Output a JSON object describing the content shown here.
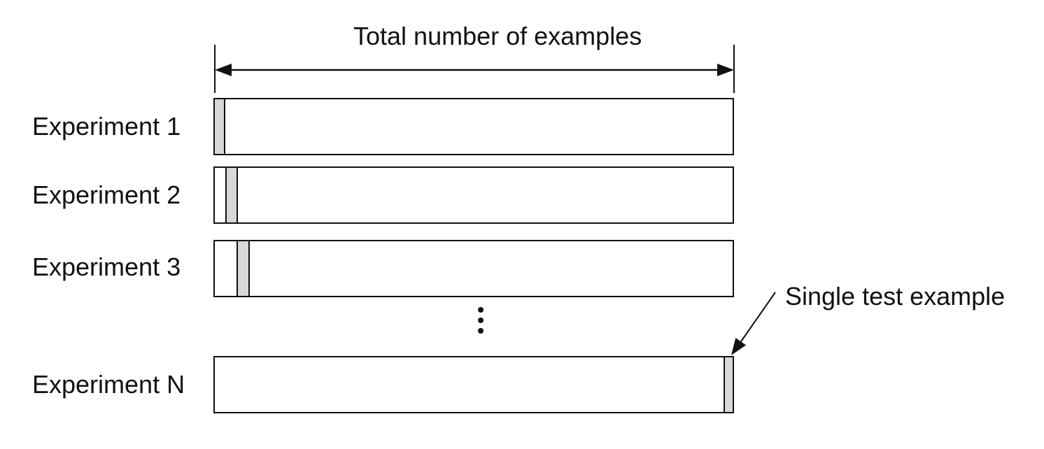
{
  "diagram": {
    "title_label": "Total number of examples",
    "annotation_label": "Single test example",
    "experiments": [
      {
        "label": "Experiment 1",
        "test_example_position": "first"
      },
      {
        "label": "Experiment 2",
        "test_example_position": "second"
      },
      {
        "label": "Experiment 3",
        "test_example_position": "third"
      },
      {
        "label": "Experiment N",
        "test_example_position": "last"
      }
    ],
    "icons": {
      "vertical_ellipsis": "⋮",
      "total_range": "double-headed-arrow",
      "annotation_pointer": "diagonal-arrow"
    },
    "colors": {
      "background": "#ffffff",
      "line": "#111111",
      "test_cell_fill": "#d8d8d8",
      "text": "#111111"
    }
  }
}
